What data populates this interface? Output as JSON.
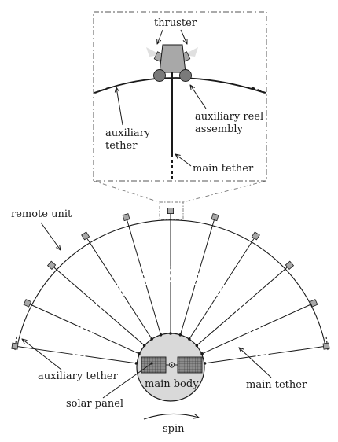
{
  "labels": {
    "thruster": "thruster",
    "auxiliary_reel_assembly_line1": "auxiliary reel",
    "auxiliary_reel_assembly_line2": "assembly",
    "inset_auxiliary_tether_line1": "auxiliary",
    "inset_auxiliary_tether_line2": "tether",
    "inset_main_tether": "main tether",
    "remote_unit": "remote unit",
    "auxiliary_tether": "auxiliary tether",
    "main_tether": "main tether",
    "main_body": "main body",
    "solar_panel": "solar panel",
    "spin": "spin"
  },
  "colors": {
    "line": "#1a1a1a",
    "body_fill": "#d9d9d9",
    "unit_fill": "#a8a8a8",
    "panel_fill": "#8c8c8c",
    "thruster_fill": "#a8a8a8",
    "reel_fill": "#7a7a7a",
    "plume": "#e0e0e0"
  },
  "tether_count": 11
}
